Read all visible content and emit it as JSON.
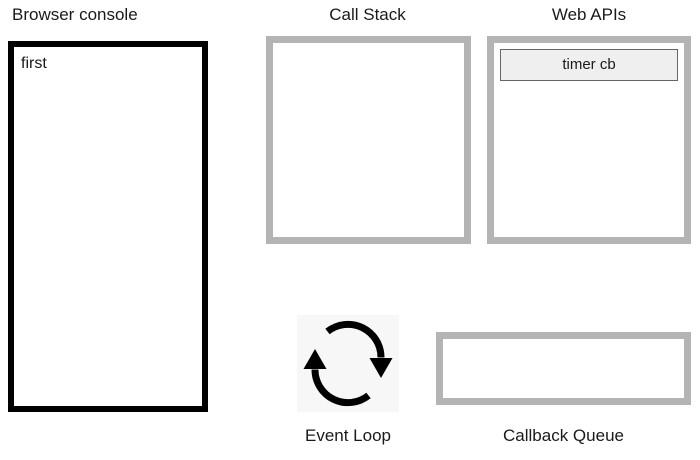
{
  "page": {
    "background": "#ffffff",
    "text_color": "#1a1a1a",
    "gray_border_color": "#b4b4b4",
    "black_border_color": "#000000",
    "chip_fill_color": "#efefef",
    "chip_border_color": "#666666",
    "icon_background_color": "#f7f7f7"
  },
  "browser_console": {
    "title": "Browser console",
    "log_lines": [
      "first"
    ]
  },
  "call_stack": {
    "title": "Call Stack",
    "frames": []
  },
  "web_apis": {
    "title": "Web APIs",
    "frames": [
      "timer cb"
    ]
  },
  "event_loop": {
    "title": "Event Loop",
    "icon": "circular-refresh-arrows-icon"
  },
  "callback_queue": {
    "title": "Callback Queue",
    "frames": []
  }
}
